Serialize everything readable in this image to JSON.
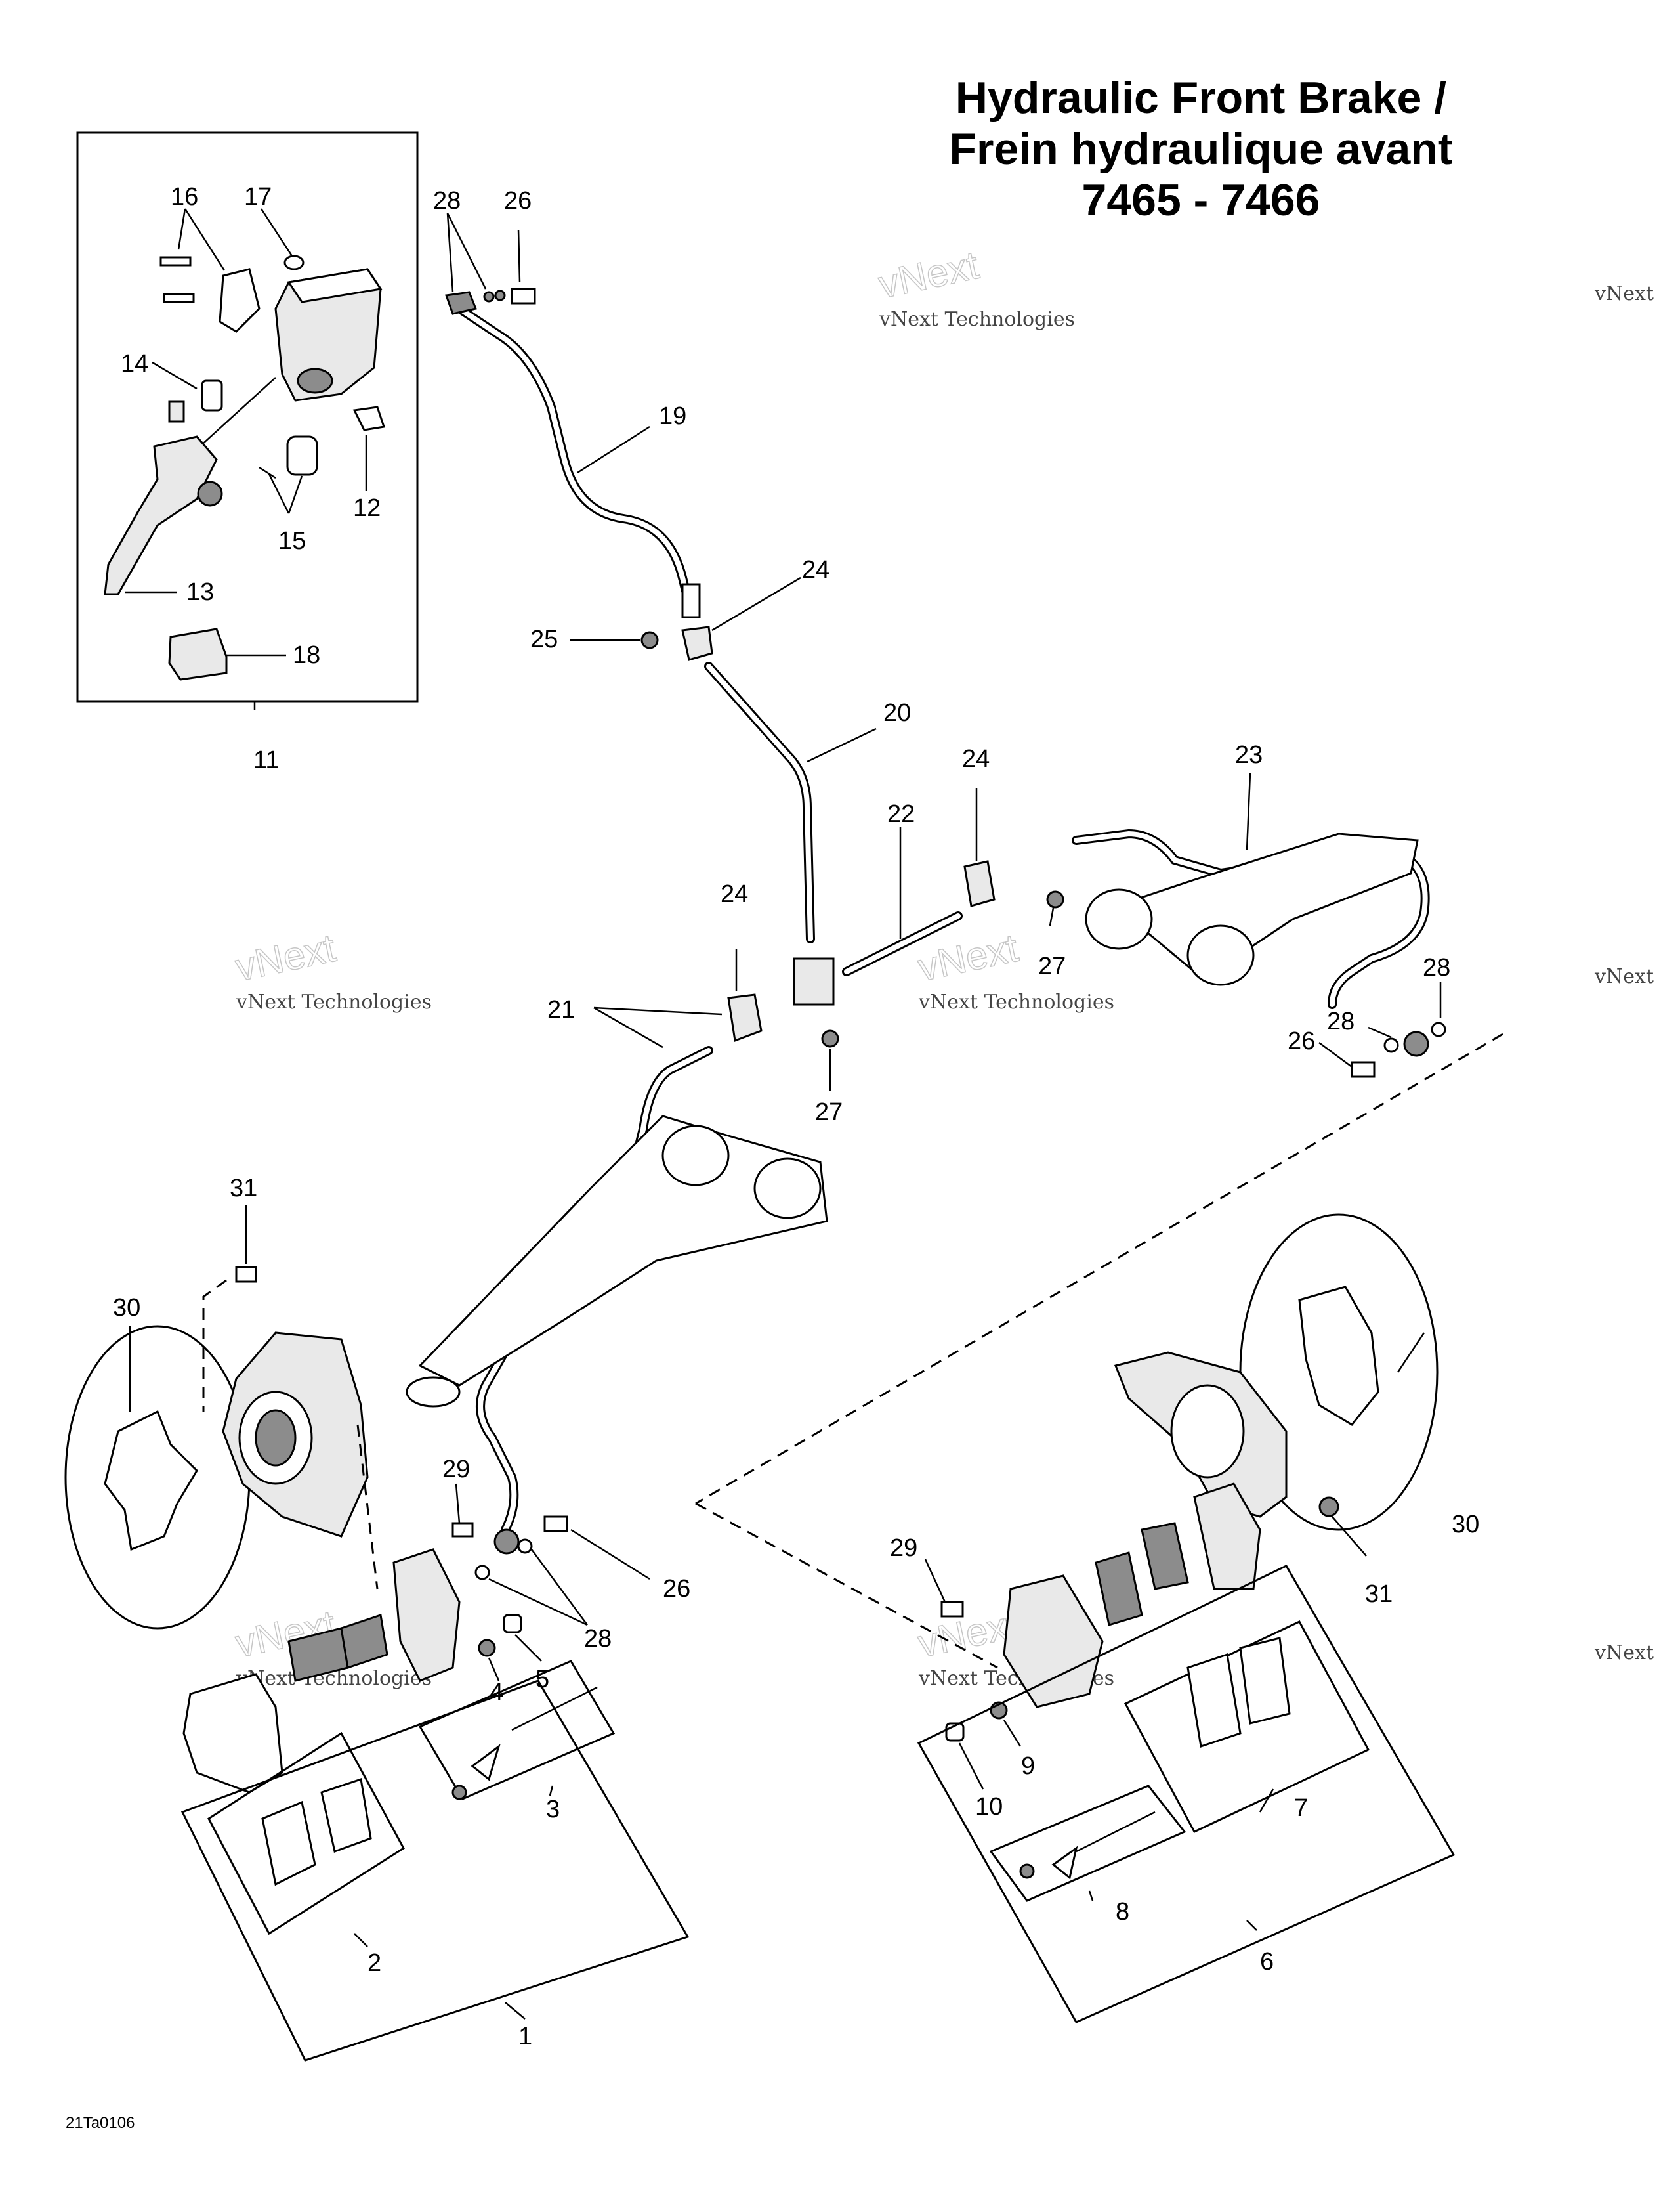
{
  "title": {
    "line1": "Hydraulic Front Brake /",
    "line2": "Frein hydraulique avant",
    "line3": "7465 - 7466"
  },
  "figure_id": "21Ta0106",
  "watermark": {
    "brand": "vNext",
    "brand_word": "Technologies",
    "text": "vNext Technologies"
  },
  "callouts": {
    "c1": "1",
    "c2": "2",
    "c3": "3",
    "c4": "4",
    "c5": "5",
    "c6": "6",
    "c7": "7",
    "c8": "8",
    "c9": "9",
    "c10": "10",
    "c11": "11",
    "c12": "12",
    "c13": "13",
    "c14": "14",
    "c15": "15",
    "c16": "16",
    "c17": "17",
    "c18": "18",
    "c19": "19",
    "c20": "20",
    "c21": "21",
    "c22": "22",
    "c23": "23",
    "c24a": "24",
    "c24b": "24",
    "c24c": "24",
    "c25": "25",
    "c26a": "26",
    "c26b": "26",
    "c26c": "26",
    "c27a": "27",
    "c27b": "27",
    "c28a": "28",
    "c28b": "28",
    "c28c": "28",
    "c28d": "28",
    "c29a": "29",
    "c29b": "29",
    "c30a": "30",
    "c30b": "30",
    "c31a": "31",
    "c31b": "31"
  }
}
